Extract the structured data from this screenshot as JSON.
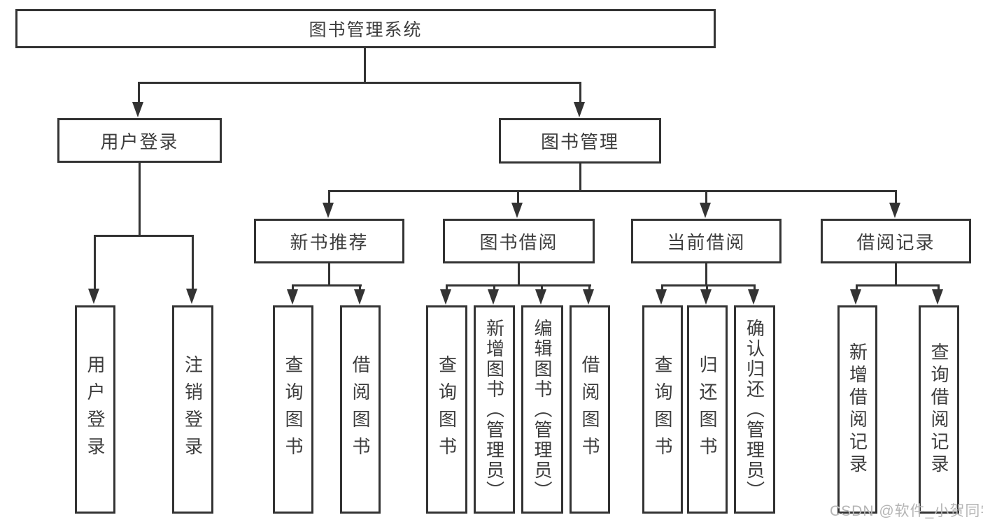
{
  "tree": {
    "label": "图书管理系统",
    "children": [
      {
        "label": "用户登录",
        "children": [
          {
            "label": "用户登录"
          },
          {
            "label": "注销登录"
          }
        ]
      },
      {
        "label": "图书管理",
        "children": [
          {
            "label": "新书推荐",
            "children": [
              {
                "label": "查询图书"
              },
              {
                "label": "借阅图书"
              }
            ]
          },
          {
            "label": "图书借阅",
            "children": [
              {
                "label": "查询图书"
              },
              {
                "label": "新增图书（管理员）"
              },
              {
                "label": "编辑图书（管理员）"
              },
              {
                "label": "借阅图书"
              }
            ]
          },
          {
            "label": "当前借阅",
            "children": [
              {
                "label": "查询图书"
              },
              {
                "label": "归还图书"
              },
              {
                "label": "确认归还（管理员）"
              }
            ]
          },
          {
            "label": "借阅记录",
            "children": [
              {
                "label": "新增借阅记录"
              },
              {
                "label": "查询借阅记录"
              }
            ]
          }
        ]
      }
    ]
  },
  "watermark": {
    "text": "CSDN @软件_小贺同学"
  },
  "colors": {
    "line": "#333333",
    "text": "#3d3d3d",
    "watermark": "#b5b5b5",
    "background": "#ffffff"
  }
}
